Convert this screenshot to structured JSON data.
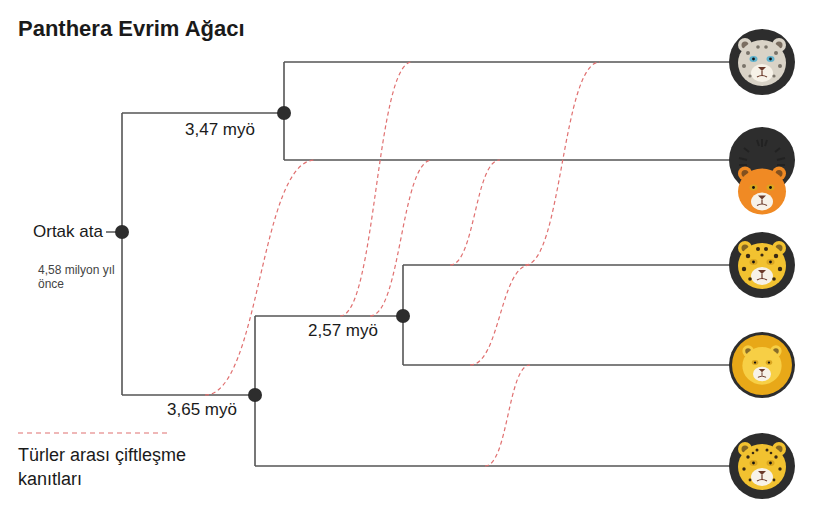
{
  "diagram": {
    "title": "Panthera Evrim Ağacı",
    "labels": [
      "3,47 myö",
      "Ortak ata",
      "4,58 milyon yıl önce",
      "2,57 myö",
      "3,65 myö"
    ],
    "legend": [
      {
        "text": "Türler arası çiftleşme kanıtları"
      }
    ]
  }
}
